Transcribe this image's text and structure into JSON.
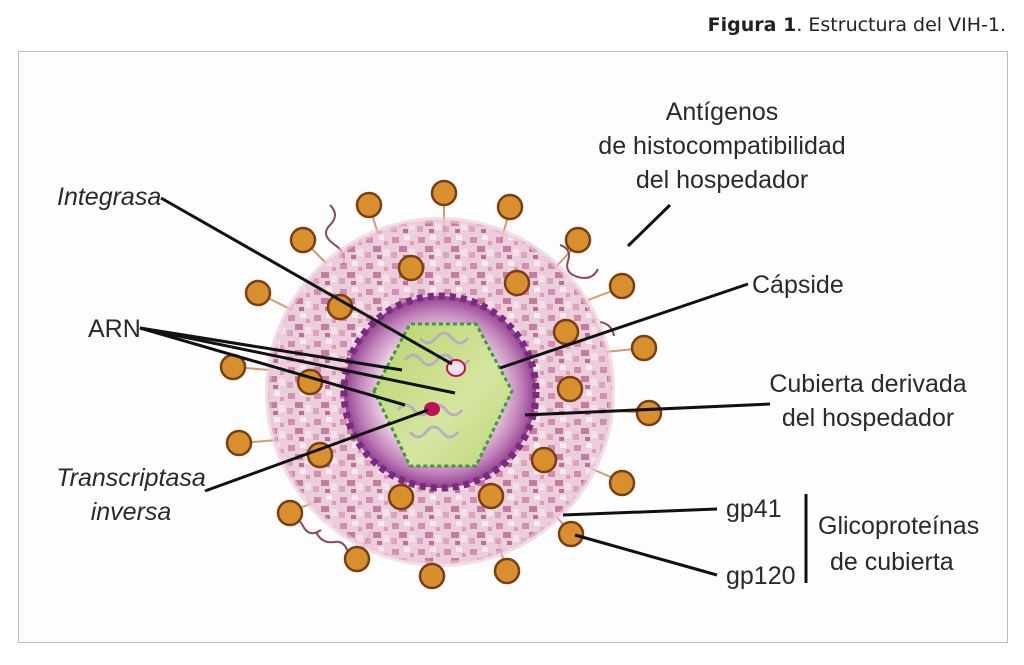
{
  "caption": {
    "prefix": "Figura 1",
    "text": ". Estructura del VIH-1."
  },
  "labels": {
    "antigenos": [
      "Antígenos",
      "de histocompatibilidad",
      "del hospedador"
    ],
    "integrasa": "Integrasa",
    "capside": "Cápside",
    "arn": "ARN",
    "cubierta": [
      "Cubierta derivada",
      "del hospedador"
    ],
    "transcriptasa": [
      "Transcriptasa",
      "inversa"
    ],
    "gp41": "gp41",
    "gp120": "gp120",
    "glicoproteinas": [
      "Glicoproteínas",
      "de cubierta"
    ]
  },
  "colors": {
    "envelope": "#d9a3bf",
    "knob": "#d8902e",
    "knob_stroke": "#7a3e12",
    "capsid_ring": "#7b2a82",
    "core": "#c7dd86",
    "core_border": "#3d9b3d",
    "enzyme": "#c0125a"
  }
}
